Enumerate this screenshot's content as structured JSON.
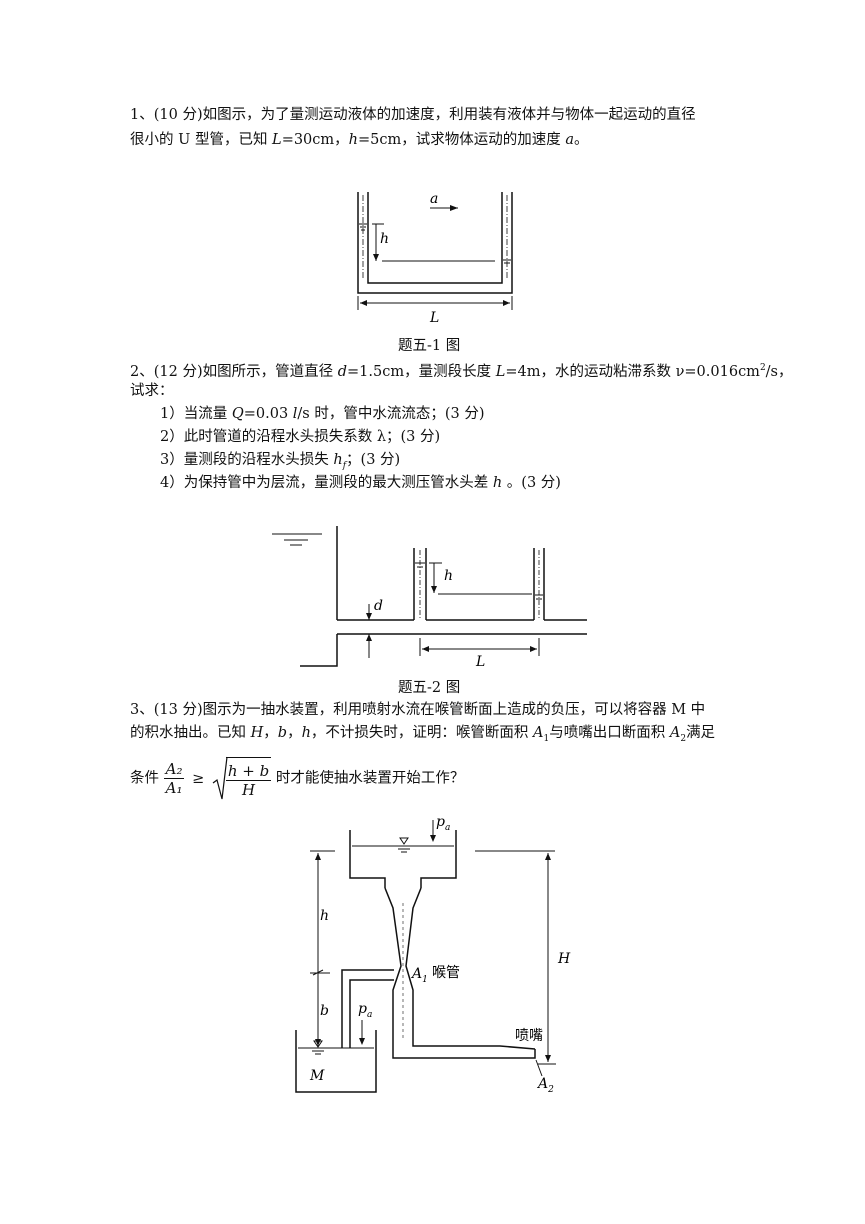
{
  "q1": {
    "line1": "1、(10 分)如图示，为了量测运动液体的加速度，利用装有液体并与物体一起运动的直径",
    "line2_pre": "很小的 U 型管，已知 ",
    "L_sym": "L",
    "L_val": "=30cm，",
    "h_sym": "h",
    "h_val": "=5cm，试求物体运动的加速度 ",
    "a_sym": "a",
    "end": "。",
    "fig_a": "a",
    "fig_h": "h",
    "fig_L": "L",
    "caption": "题五-1 图"
  },
  "q2": {
    "line1_pre": "2、(12 分)如图所示，管道直径 ",
    "d_sym": "d",
    "line1_mid": "=1.5cm，量测段长度 ",
    "L_sym": "L",
    "line1_mid2": "=4m，水的运动粘滞系数 ν=0.016cm",
    "sq": "2",
    "line1_end": "/s，",
    "line2": "试求：",
    "item1_pre": "1）当流量 ",
    "Q_sym": "Q",
    "item1_mid": "=0.03  ",
    "ls_sym": "l",
    "item1_end": "/s 时，管中水流流态；(3 分)",
    "item2": "2）此时管道的沿程水头损失系数 λ；(3 分)",
    "item3_pre": "3）量测段的沿程水头损失 ",
    "hf_sym": "h",
    "hf_sub": "f",
    "item3_end": "；(3 分)",
    "item4_pre": "4）为保持管中为层流，量测段的最大测压管水头差 ",
    "h_sym": "h",
    "item4_end": " 。(3 分)",
    "fig_d": "d",
    "fig_h": "h",
    "fig_L": "L",
    "caption": "题五-2 图"
  },
  "q3": {
    "line1": "3、(13 分)图示为一抽水装置，利用喷射水流在喉管断面上造成的负压，可以将容器 M 中",
    "line2_pre": "的积水抽出。已知 ",
    "H_sym": "H",
    "line2_mid": "，",
    "b_sym": "b",
    "line2_mid2": "，",
    "h_sym": "h",
    "line2_mid3": "，不计损失时，证明：喉管断面积 ",
    "A1_sym": "A",
    "A1_sub": "1",
    "line2_mid4": "与喷嘴出口断面积 ",
    "A2_sym": "A",
    "A2_sub": "2",
    "line2_end": "满足",
    "cond_pre": "条件",
    "frac_num": "A₂",
    "frac_den": "A₁",
    "geq": "≥",
    "sqrt_num": "h + b",
    "sqrt_den": "H",
    "cond_end": " 时才能使抽水装置开始工作？",
    "fig_pa": "p",
    "fig_pa_sub": "a",
    "fig_h": "h",
    "fig_b": "b",
    "fig_H": "H",
    "fig_M": "M",
    "fig_A1": "A",
    "fig_A1_sub": "1",
    "fig_throat": "喉管",
    "fig_nozzle": "喷嘴",
    "fig_A2": "A",
    "fig_A2_sub": "2"
  }
}
